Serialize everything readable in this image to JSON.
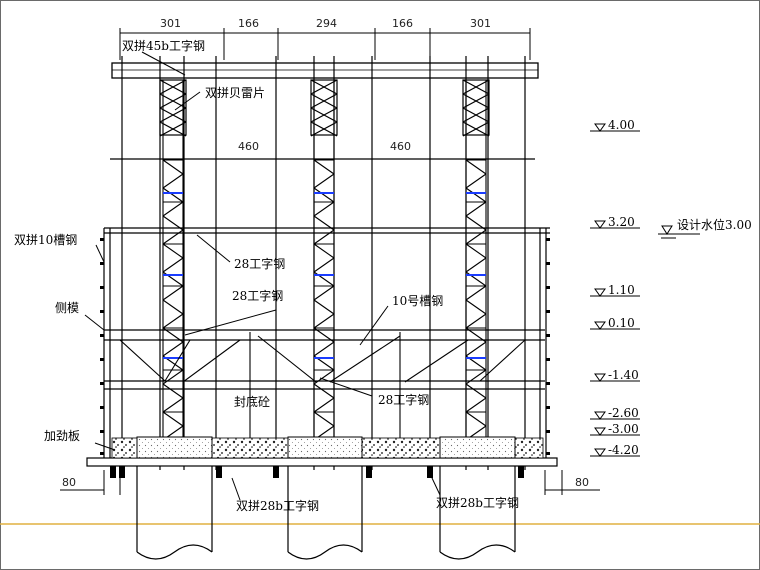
{
  "dimensions": {
    "top": [
      "301",
      "166",
      "294",
      "166",
      "301"
    ],
    "mid": [
      "460",
      "460"
    ],
    "bottom_left": "80",
    "bottom_right": "80"
  },
  "labels": {
    "top_beam": "双拼45b工字钢",
    "top_bracket": "双拼贝雷片",
    "channel_10_double": "双拼10槽钢",
    "i28_upper": "28工字钢",
    "i28_mid": "28工字钢",
    "side_rib": "侧模",
    "channel_10": "10号槽钢",
    "i28_lower": "28工字钢",
    "seal_concrete": "封底砼",
    "stiffener": "加劲板",
    "pile_left": "双拼28b工字钢",
    "pile_right": "双拼28b工字钢",
    "design_water": "设计水位3.00"
  },
  "elevations": [
    "4.00",
    "3.20",
    "1.10",
    "0.10",
    "-1.40",
    "-2.60",
    "-3.00",
    "-4.20"
  ],
  "colors": {
    "ground_line": "#e0b040",
    "blue_marker": "#1a3cff",
    "line": "#000000"
  }
}
